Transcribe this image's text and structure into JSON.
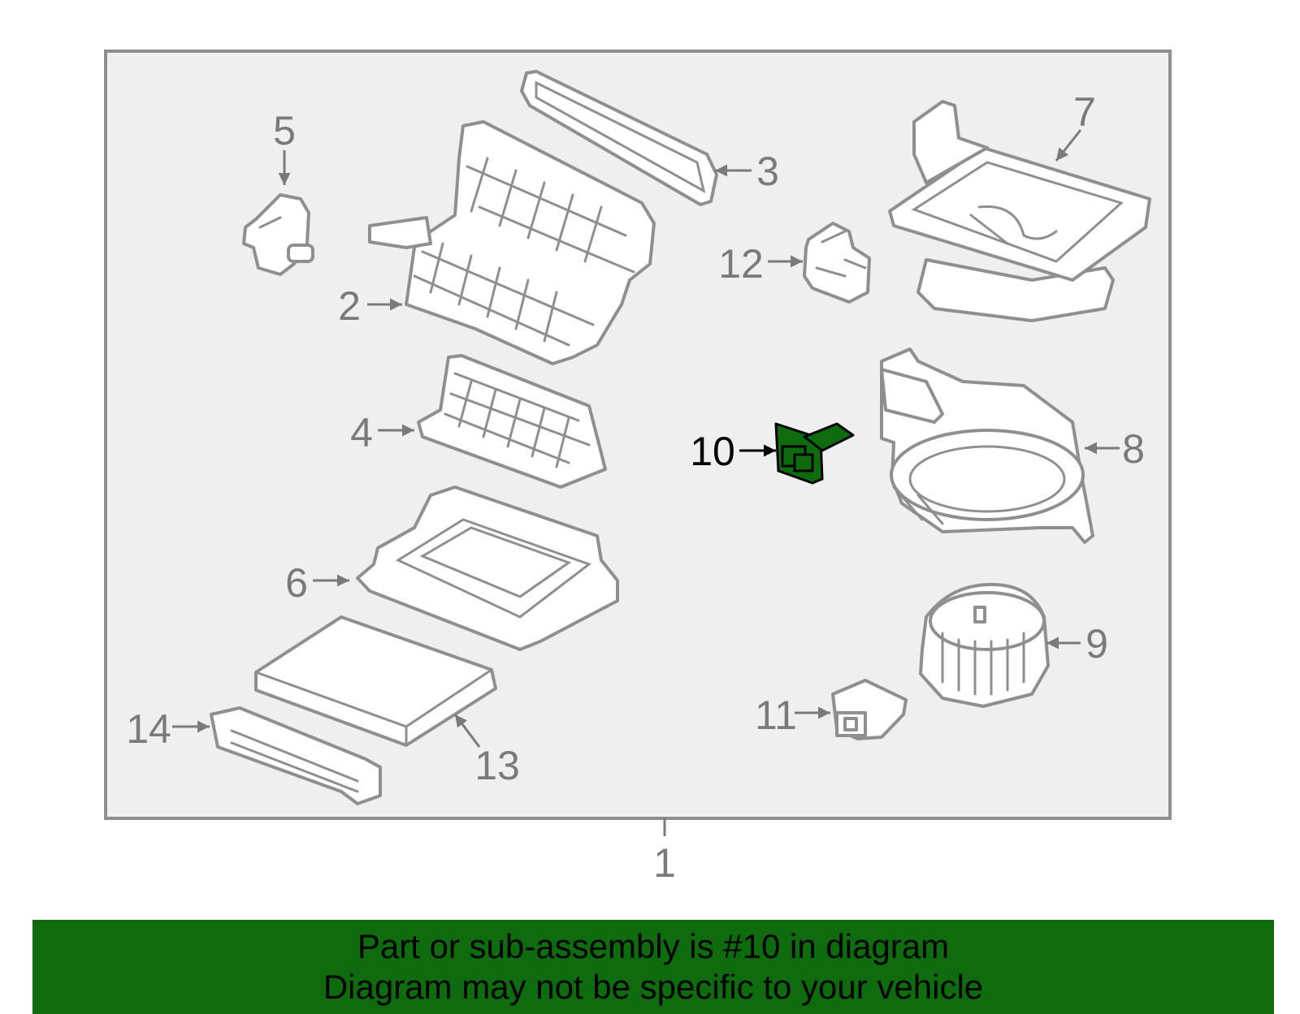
{
  "diagram": {
    "frame_fill": "#efefef",
    "highlight_color": "#0e6b0e",
    "highlighted_part": "10",
    "callouts": [
      {
        "id": "1",
        "label": "1"
      },
      {
        "id": "2",
        "label": "2"
      },
      {
        "id": "3",
        "label": "3"
      },
      {
        "id": "4",
        "label": "4"
      },
      {
        "id": "5",
        "label": "5"
      },
      {
        "id": "6",
        "label": "6"
      },
      {
        "id": "7",
        "label": "7"
      },
      {
        "id": "8",
        "label": "8"
      },
      {
        "id": "9",
        "label": "9"
      },
      {
        "id": "10",
        "label": "10"
      },
      {
        "id": "11",
        "label": "11"
      },
      {
        "id": "12",
        "label": "12"
      },
      {
        "id": "13",
        "label": "13"
      },
      {
        "id": "14",
        "label": "14"
      }
    ]
  },
  "banner": {
    "line1": "Part or sub-assembly is #10 in diagram",
    "line2": "Diagram may not be specific to your vehicle"
  }
}
